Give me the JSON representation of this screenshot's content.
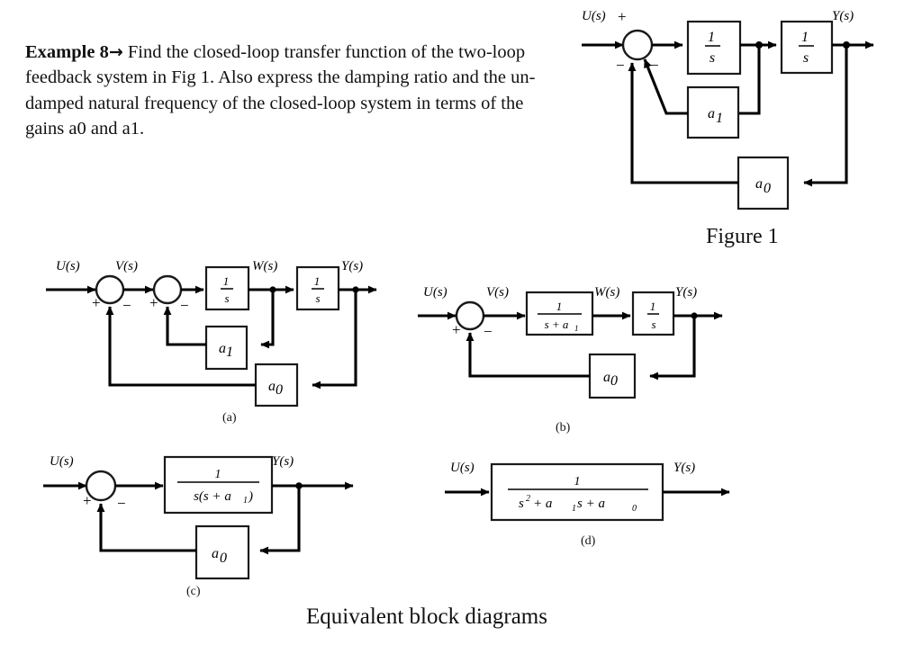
{
  "problem": {
    "lead": "Example 8",
    "arrow": "→",
    "body": " Find the closed-loop transfer function of the two-loop feedback system in Fig 1. Also express the damping ratio and the un-damped natural frequency  of the closed-loop system in terms of the gains a0 and a1."
  },
  "captions": {
    "figure1": "Figure 1",
    "equivalent": "Equivalent block diagrams",
    "sub_a": "(a)",
    "sub_b": "(b)",
    "sub_c": "(c)",
    "sub_d": "(d)"
  },
  "signals": {
    "u": "U(s)",
    "v": "V(s)",
    "w": "W(s)",
    "y": "Y(s)",
    "y_clipped": "Y(s)"
  },
  "signs": {
    "plus": "+",
    "minus": "−"
  },
  "gains": {
    "a0": "a",
    "a0_sub": "0",
    "a1": "a",
    "a1_sub": "1"
  },
  "figure1": {
    "title": "Figure 1",
    "blocks": [
      {
        "id": "integrator-1",
        "numerator": "1",
        "denominator": "s"
      },
      {
        "id": "integrator-2",
        "numerator": "1",
        "denominator": "s"
      },
      {
        "id": "gain-a1",
        "label": "a",
        "sub": "1"
      },
      {
        "id": "gain-a0",
        "label": "a",
        "sub": "0"
      }
    ],
    "summing_junction": {
      "input_sign": "+",
      "inner_feedback_sign": "−",
      "outer_feedback_sign": "−"
    },
    "input_label": "U(s)",
    "output_label": "Y(s)"
  },
  "diagram_a": {
    "caption": "(a)",
    "input_label": "U(s)",
    "v_label": "V(s)",
    "w_label": "W(s)",
    "output_label": "Y(s)",
    "sum1": {
      "input_sign": "+",
      "feedback_sign": "−"
    },
    "sum2": {
      "input_sign": "+",
      "feedback_sign": "−"
    },
    "blocks": [
      {
        "id": "integrator-1",
        "numerator": "1",
        "denominator": "s"
      },
      {
        "id": "integrator-2",
        "numerator": "1",
        "denominator": "s"
      },
      {
        "id": "gain-a1",
        "label": "a",
        "sub": "1"
      },
      {
        "id": "gain-a0",
        "label": "a",
        "sub": "0"
      }
    ]
  },
  "diagram_b": {
    "caption": "(b)",
    "input_label": "U(s)",
    "v_label": "V(s)",
    "w_label": "W(s)",
    "output_label": "Y(s)",
    "sum1": {
      "input_sign": "+",
      "feedback_sign": "−"
    },
    "blocks": [
      {
        "id": "first-order-lag",
        "numerator": "1",
        "denominator": "s + a",
        "denominator_sub": "1"
      },
      {
        "id": "integrator",
        "numerator": "1",
        "denominator": "s"
      },
      {
        "id": "gain-a0",
        "label": "a",
        "sub": "0"
      }
    ]
  },
  "diagram_c": {
    "caption": "(c)",
    "input_label": "U(s)",
    "output_label": "Y(s)",
    "sum1": {
      "input_sign": "+",
      "feedback_sign": "−"
    },
    "blocks": [
      {
        "id": "forward-path",
        "numerator": "1",
        "denominator": "s(s + a",
        "denominator_sub": "1",
        "denominator_tail": ")"
      },
      {
        "id": "gain-a0",
        "label": "a",
        "sub": "0"
      }
    ]
  },
  "diagram_d": {
    "caption": "(d)",
    "input_label": "U(s)",
    "output_label": "Y(s)",
    "blocks": [
      {
        "id": "closed-loop-tf",
        "numerator": "1",
        "denominator_1": "s",
        "denominator_exp": "2",
        "denominator_2": " + a",
        "denominator_sub_1": "1",
        "denominator_3": "s + a",
        "denominator_sub_2": "0"
      }
    ]
  },
  "colors": {
    "ink": "#000000",
    "page": "#ffffff",
    "block_stroke": "#1a1a1a"
  }
}
